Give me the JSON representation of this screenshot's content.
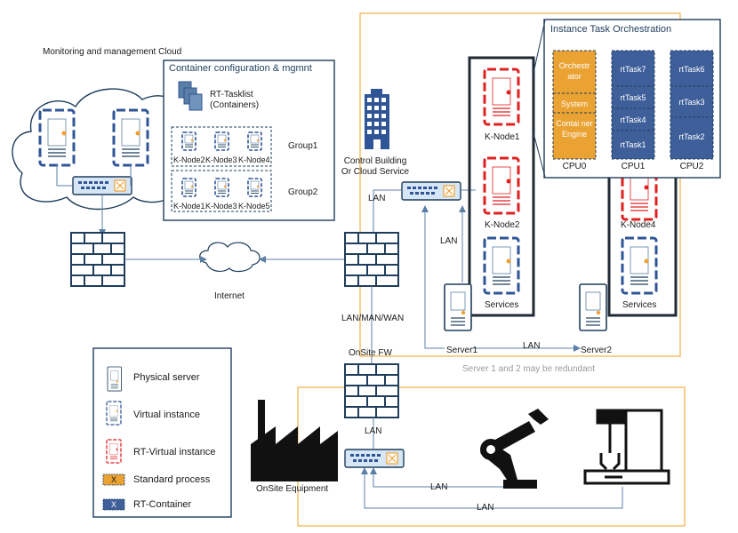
{
  "monitoring": {
    "title": "Monitoring and management Cloud",
    "container_cfg_title": "Container configuration & mgmnt",
    "tasklist_line1": "RT-Tasklist",
    "tasklist_line2": "(Containers)",
    "group1_label": "Group1",
    "group2_label": "Group2",
    "group1_nodes": [
      "K-Node2",
      "K-Node3",
      "K-Node4"
    ],
    "group2_nodes": [
      "K-Node1",
      "K-Node3",
      "K-Node5"
    ]
  },
  "control": {
    "building_line1": "Control Building",
    "building_line2": "Or Cloud Service",
    "lan_label": "LAN",
    "lan_vertical": "LAN",
    "knode1": "K-Node1",
    "knode2": "K-Node2",
    "knode4": "K-Node4",
    "services1": "Services",
    "services2": "Services",
    "server1": "Server1",
    "server2": "Server2",
    "lan_servers": "LAN",
    "redundant_note": "Server 1 and 2 may be redundant"
  },
  "orchestration": {
    "title": "Instance Task Orchestration",
    "cpu0_label": "CPU0",
    "cpu1_label": "CPU1",
    "cpu2_label": "CPU2",
    "cpu0_tasks": [
      "Orchestr ator",
      "System",
      "Contai ner Engine"
    ],
    "cpu1_tasks": [
      "rtTask7",
      "rtTask5",
      "rtTask4",
      "rtTask1"
    ],
    "cpu2_tasks": [
      "rtTask6",
      "rtTask3",
      "rtTask2"
    ]
  },
  "network": {
    "internet": "Internet",
    "lan_man_wan": "LAN/MAN/WAN",
    "onsite_fw": "OnSite FW",
    "onsite_lan": "LAN",
    "onsite_equipment": "OnSite Equipment",
    "lan_robot1": "LAN",
    "lan_robot2": "LAN"
  },
  "legend": {
    "items": [
      {
        "label": "Physical server"
      },
      {
        "label": "Virtual instance"
      },
      {
        "label": "RT-Virtual instance"
      },
      {
        "label": "Standard process",
        "marker": "X"
      },
      {
        "label": "RT-Container",
        "marker": "X"
      }
    ]
  },
  "colors": {
    "navy": "#2f5596",
    "orange": "#e8a838",
    "red": "#e02020",
    "dark": "#1f3d5c",
    "outline": "#5b7fa6",
    "light_blue": "#d6e6f5",
    "gold_border": "#f0b040"
  }
}
